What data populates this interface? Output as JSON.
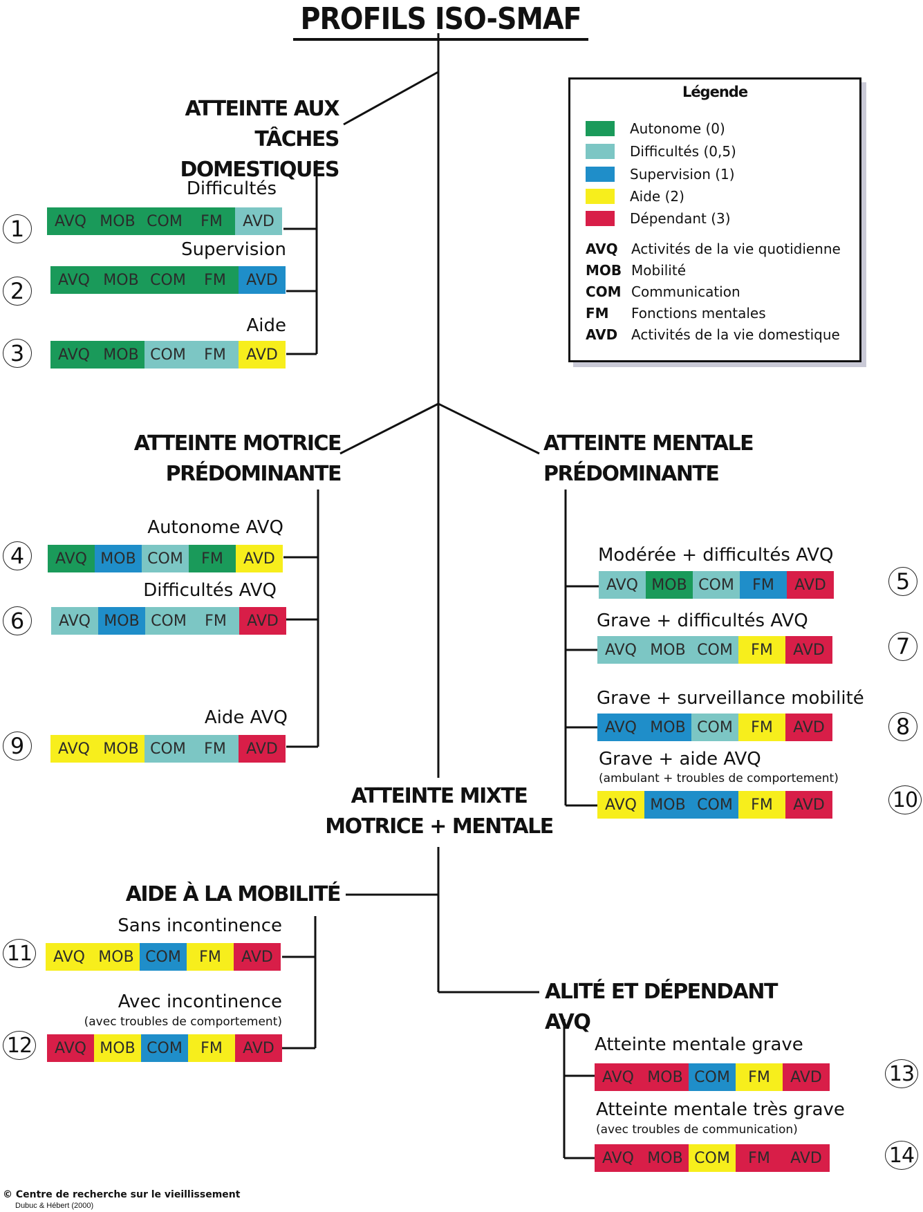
{
  "title": "PROFILS ISO-SMAF",
  "colors": {
    "autonome": "#1a9a5a",
    "difficultes": "#7cc6c4",
    "supervision": "#1f8ec9",
    "aide": "#f7ee1c",
    "dependant": "#d81e48"
  },
  "headings": {
    "taches": "ATTEINTE AUX\nTÂCHES DOMESTIQUES",
    "motrice": "ATTEINTE MOTRICE\nPRÉDOMINANTE",
    "mentale": "ATTEINTE MENTALE\nPRÉDOMINANTE",
    "mixte": "ATTEINTE MIXTE\nMOTRICE + MENTALE",
    "mobilite": "AIDE À LA MOBILITÉ",
    "alite": "ALITÉ ET DÉPENDANT AVQ"
  },
  "legend": {
    "title": "Légende",
    "levels": [
      {
        "label": "Autonome (0)",
        "color": "#1a9a5a"
      },
      {
        "label": "Difficultés (0,5)",
        "color": "#7cc6c4"
      },
      {
        "label": "Supervision (1)",
        "color": "#1f8ec9"
      },
      {
        "label": "Aide (2)",
        "color": "#f7ee1c"
      },
      {
        "label": "Dépendant (3)",
        "color": "#d81e48"
      }
    ],
    "abbreviations": [
      {
        "code": "AVQ",
        "desc": "Activités de la vie quotidienne"
      },
      {
        "code": "MOB",
        "desc": "Mobilité"
      },
      {
        "code": "COM",
        "desc": "Communication"
      },
      {
        "code": "FM",
        "desc": "Fonctions mentales"
      },
      {
        "code": "AVD",
        "desc": "Activités de la vie domestique"
      }
    ]
  },
  "profiles": [
    {
      "num": "1",
      "label": "Difficultés",
      "sub": "",
      "levels": [
        0,
        0,
        0,
        0,
        0.5
      ]
    },
    {
      "num": "2",
      "label": "Supervision",
      "sub": "",
      "levels": [
        0,
        0,
        0,
        0,
        1
      ]
    },
    {
      "num": "3",
      "label": "Aide",
      "sub": "",
      "levels": [
        0,
        0,
        0.5,
        0.5,
        2
      ]
    },
    {
      "num": "4",
      "label": "Autonome AVQ",
      "sub": "",
      "levels": [
        0,
        1,
        0.5,
        0,
        2
      ]
    },
    {
      "num": "6",
      "label": "Difficultés AVQ",
      "sub": "",
      "levels": [
        0.5,
        1,
        0.5,
        0.5,
        3
      ]
    },
    {
      "num": "9",
      "label": "Aide AVQ",
      "sub": "",
      "levels": [
        2,
        2,
        0.5,
        0.5,
        3
      ]
    },
    {
      "num": "5",
      "label": "Modérée + difficultés AVQ",
      "sub": "",
      "levels": [
        0.5,
        0,
        0.5,
        1,
        3
      ]
    },
    {
      "num": "7",
      "label": "Grave + difficultés AVQ",
      "sub": "",
      "levels": [
        0.5,
        0.5,
        0.5,
        2,
        3
      ]
    },
    {
      "num": "8",
      "label": "Grave + surveillance mobilité",
      "sub": "",
      "levels": [
        1,
        1,
        0.5,
        2,
        3
      ]
    },
    {
      "num": "10",
      "label": "Grave + aide AVQ",
      "sub": "(ambulant + troubles de comportement)",
      "levels": [
        2,
        1,
        1,
        2,
        3
      ]
    },
    {
      "num": "11",
      "label": "Sans incontinence",
      "sub": "",
      "levels": [
        2,
        2,
        1,
        2,
        3
      ]
    },
    {
      "num": "12",
      "label": "Avec incontinence",
      "sub": "(avec troubles de comportement)",
      "levels": [
        3,
        2,
        1,
        2,
        3
      ]
    },
    {
      "num": "13",
      "label": "Atteinte mentale grave",
      "sub": "",
      "levels": [
        3,
        3,
        1,
        2,
        3
      ]
    },
    {
      "num": "14",
      "label": "Atteinte mentale très grave",
      "sub": "(avec troubles de communication)",
      "levels": [
        3,
        3,
        2,
        3,
        3
      ]
    }
  ],
  "segments": [
    "AVQ",
    "MOB",
    "COM",
    "FM",
    "AVD"
  ],
  "footer": {
    "org": "Centre de recherche sur le vieillissement",
    "credit": "Dubuc & Hébert (2000)"
  }
}
